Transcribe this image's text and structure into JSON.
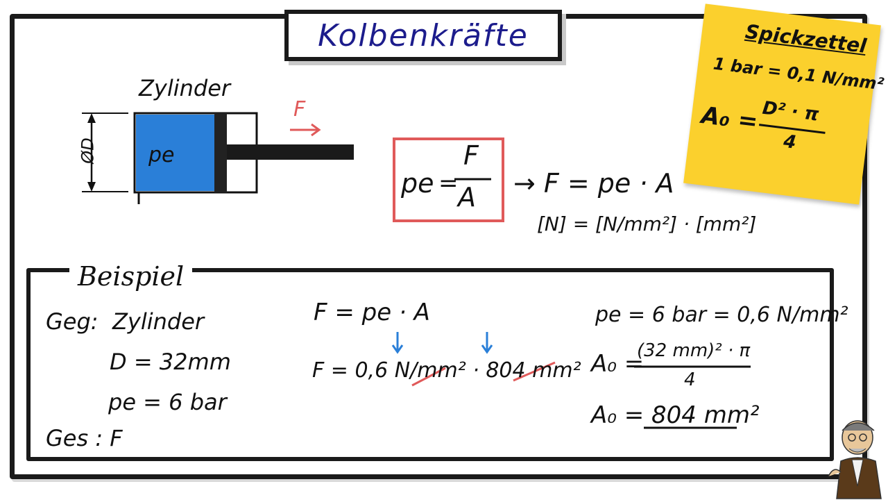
{
  "title": "Kolbenkräfte",
  "cylinder": {
    "label": "Zylinder",
    "diameter_label": "ØD",
    "pressure_label": "pe",
    "force_label": "F"
  },
  "formula": {
    "lhs": "pe",
    "numerator": "F",
    "denominator": "A",
    "derived": "→ F = pe · A",
    "units": "[N] = [N/mm²] · [mm²]"
  },
  "cheat_sheet": {
    "title": "Spickzettel",
    "line1": "1 bar = 0,1 N/mm²",
    "area_lhs": "A₀ =",
    "area_numerator": "D² · π",
    "area_denominator": "4"
  },
  "example": {
    "heading": "Beispiel",
    "given_label": "Geg:",
    "given_item1": "Zylinder",
    "given_item2": "D = 32mm",
    "given_item3": "pe = 6 bar",
    "sought": "Ges : F",
    "eq1": "F  =  pe  ·  A",
    "eq2": "F  = 0,6 N/mm² · 804 mm²",
    "pressure_conv": "pe = 6 bar = 0,6 N/mm²",
    "area_calc_lhs": "A₀ =",
    "area_calc_num": "(32 mm)² · π",
    "area_calc_den": "4",
    "area_result": "A₀ = 804 mm²"
  },
  "colors": {
    "title": "#1c1c8c",
    "cylinder_fill": "#2a7fd8",
    "formula_box": "#e05a5a",
    "arrow_blue": "#2a7fd8",
    "sticky": "#fbd02d"
  }
}
